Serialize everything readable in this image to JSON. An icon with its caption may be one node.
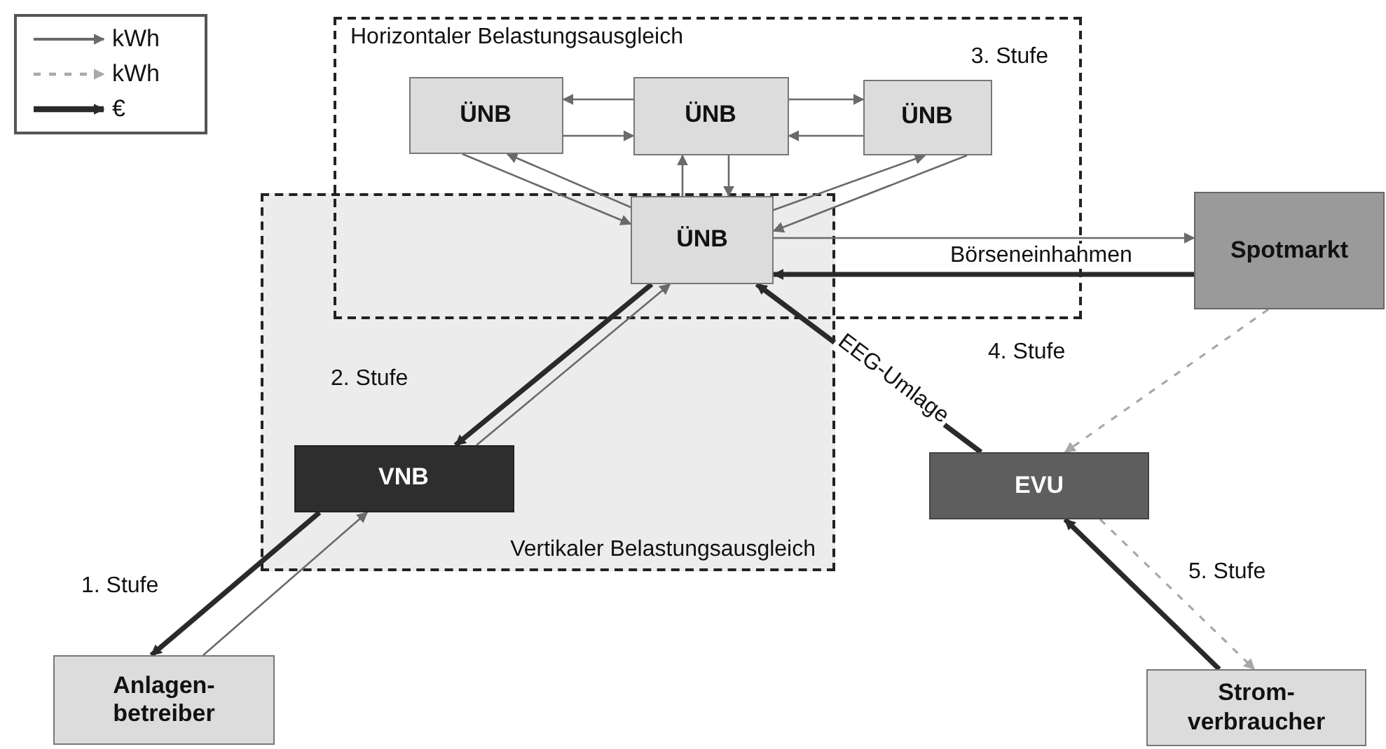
{
  "diagram": {
    "nodes": [
      {
        "text": [
          "Horizontaler Belastungsausgleich",
          "3. Stufe"
        ]
      },
      {
        "text": [
          "ÜNB"
        ],
        "in": 0
      },
      {
        "text": [
          "ÜNB"
        ],
        "in": 0
      },
      {
        "text": [
          "ÜNB"
        ],
        "in": 0
      },
      {
        "text": [
          "Vertikaler Belastungsausgleich"
        ]
      },
      {
        "text": [
          "ÜNB"
        ]
      },
      {
        "text": [
          "Spotmarkt"
        ]
      },
      {
        "text": [
          "VNB"
        ],
        "in": 4
      },
      {
        "text": [
          "EVU"
        ]
      },
      {
        "text": [
          "Anlagen- betreiber"
        ]
      },
      {
        "text": [
          "Strom- verbraucher"
        ]
      }
    ],
    "edges": [
      {
        "from": 2,
        "to": 1,
        "arrow": "to"
      },
      {
        "from": 1,
        "to": 2,
        "arrow": "to"
      },
      {
        "from": 2,
        "to": 3,
        "arrow": "to"
      },
      {
        "from": 3,
        "to": 2,
        "arrow": "to"
      },
      {
        "from": 5,
        "to": 1,
        "arrow": "to"
      },
      {
        "from": 1,
        "to": 5,
        "arrow": "to"
      },
      {
        "from": 5,
        "to": 2,
        "arrow": "to"
      },
      {
        "from": 2,
        "to": 5,
        "arrow": "to"
      },
      {
        "from": 5,
        "to": 3,
        "arrow": "to"
      },
      {
        "from": 3,
        "to": 5,
        "arrow": "to"
      },
      {
        "from": 5,
        "to": 6,
        "arrow": "to"
      },
      {
        "from": 6,
        "to": 5,
        "arrow": "to",
        "label": "Börseneinhahmen",
        "style": "thick"
      },
      {
        "from": 5,
        "to": 7,
        "arrow": "to",
        "style": "thick"
      },
      {
        "from": 7,
        "to": 5,
        "arrow": "to"
      },
      {
        "from": 8,
        "to": 5,
        "arrow": "to",
        "label": "EEG-Umlage",
        "style": "thick"
      },
      {
        "from": 6,
        "to": 8,
        "arrow": "to",
        "style": "dashed"
      },
      {
        "from": 9,
        "to": 7,
        "arrow": "to"
      },
      {
        "from": 7,
        "to": 9,
        "arrow": "to",
        "style": "thick"
      },
      {
        "from": 10,
        "to": 8,
        "arrow": "to",
        "style": "thick"
      },
      {
        "from": 8,
        "to": 10,
        "arrow": "to",
        "style": "dashed"
      }
    ],
    "labels": [
      "2. Stufe",
      "4. Stufe",
      "1. Stufe",
      "5. Stufe"
    ],
    "legend": [
      {
        "text": "kWh"
      },
      {
        "text": "kWh"
      },
      {
        "text": "€"
      }
    ]
  }
}
